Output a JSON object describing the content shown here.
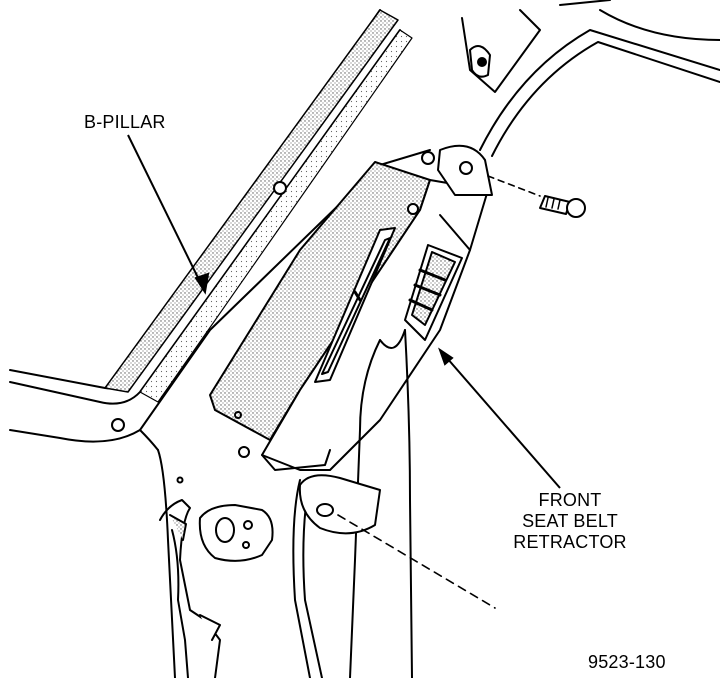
{
  "labels": {
    "b_pillar": "B-PILLAR",
    "retractor_line1": "FRONT",
    "retractor_line2": "SEAT BELT",
    "retractor_line3": "RETRACTOR",
    "figure_number": "9523-130"
  },
  "colors": {
    "ink": "#000000",
    "paper": "#ffffff",
    "stipple": "#6b6b6b"
  }
}
